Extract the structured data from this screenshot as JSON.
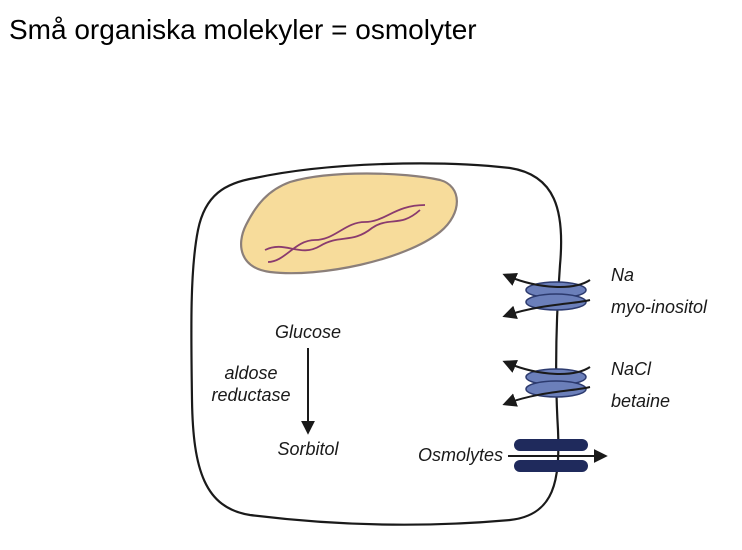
{
  "title": "Små organiska molekyler = osmolyter",
  "colors": {
    "nucleus_fill": "#f7dc9b",
    "nucleus_stroke": "#8b7f7a",
    "dna_strand": "#8a3b6e",
    "transporter": "#6b7fba",
    "osmolyte_channel": "#1f2a5c",
    "cell_outline": "#1a1a1a"
  },
  "pathway": {
    "substrate": "Glucose",
    "enzyme_line1": "aldose",
    "enzyme_line2": "reductase",
    "product": "Sorbitol"
  },
  "transporters": [
    {
      "ion": "Na",
      "solute": "myo-inositol"
    },
    {
      "ion": "NaCl",
      "solute": "betaine"
    }
  ],
  "channel": {
    "label": "Osmolytes"
  }
}
